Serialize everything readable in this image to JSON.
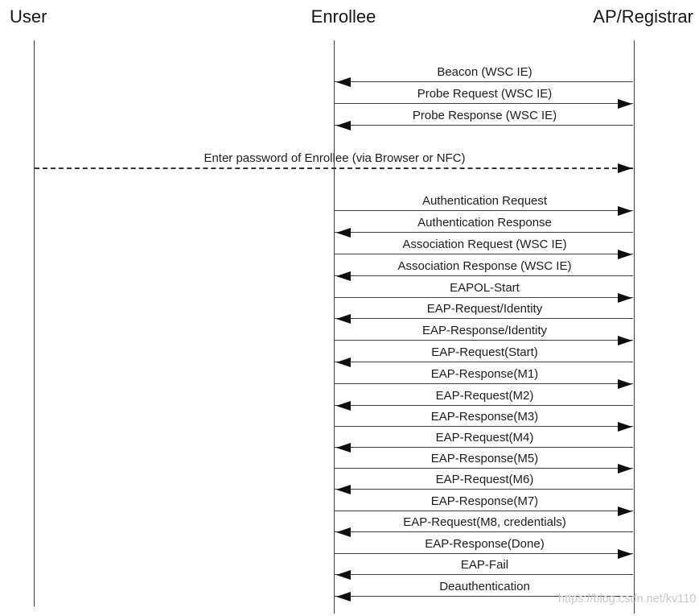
{
  "page": {
    "watermark": "https://blog.csdn.net/kv110"
  },
  "colors": {
    "background": "#ffffff",
    "line": "#3d3d3d",
    "arrowhead": "#0e0e0e",
    "text": "#1c1c1c",
    "watermark": "#c8c8c8"
  },
  "actors": [
    {
      "id": "user",
      "label": "User"
    },
    {
      "id": "enrollee",
      "label": "Enrollee"
    },
    {
      "id": "ap",
      "label": "AP/Registrar"
    }
  ],
  "messages": [
    {
      "label": "Beacon (WSC IE)",
      "from": "ap",
      "to": "enrollee",
      "style": "solid"
    },
    {
      "label": "Probe Request (WSC IE)",
      "from": "enrollee",
      "to": "ap",
      "style": "solid"
    },
    {
      "label": "Probe Response (WSC IE)",
      "from": "ap",
      "to": "enrollee",
      "style": "solid"
    },
    {
      "label": "Enter password of Enrollee (via Browser or NFC)",
      "from": "user",
      "to": "ap",
      "style": "dashed"
    },
    {
      "label": "Authentication Request",
      "from": "enrollee",
      "to": "ap",
      "style": "solid"
    },
    {
      "label": "Authentication Response",
      "from": "ap",
      "to": "enrollee",
      "style": "solid"
    },
    {
      "label": "Association Request (WSC IE)",
      "from": "enrollee",
      "to": "ap",
      "style": "solid"
    },
    {
      "label": "Association Response (WSC IE)",
      "from": "ap",
      "to": "enrollee",
      "style": "solid"
    },
    {
      "label": "EAPOL-Start",
      "from": "enrollee",
      "to": "ap",
      "style": "solid"
    },
    {
      "label": "EAP-Request/Identity",
      "from": "ap",
      "to": "enrollee",
      "style": "solid"
    },
    {
      "label": "EAP-Response/Identity",
      "from": "enrollee",
      "to": "ap",
      "style": "solid"
    },
    {
      "label": "EAP-Request(Start)",
      "from": "ap",
      "to": "enrollee",
      "style": "solid"
    },
    {
      "label": "EAP-Response(M1)",
      "from": "enrollee",
      "to": "ap",
      "style": "solid"
    },
    {
      "label": "EAP-Request(M2)",
      "from": "ap",
      "to": "enrollee",
      "style": "solid"
    },
    {
      "label": "EAP-Response(M3)",
      "from": "enrollee",
      "to": "ap",
      "style": "solid"
    },
    {
      "label": "EAP-Request(M4)",
      "from": "ap",
      "to": "enrollee",
      "style": "solid"
    },
    {
      "label": "EAP-Response(M5)",
      "from": "enrollee",
      "to": "ap",
      "style": "solid"
    },
    {
      "label": "EAP-Request(M6)",
      "from": "ap",
      "to": "enrollee",
      "style": "solid"
    },
    {
      "label": "EAP-Response(M7)",
      "from": "enrollee",
      "to": "ap",
      "style": "solid"
    },
    {
      "label": "EAP-Request(M8, credentials)",
      "from": "ap",
      "to": "enrollee",
      "style": "solid"
    },
    {
      "label": "EAP-Response(Done)",
      "from": "enrollee",
      "to": "ap",
      "style": "solid"
    },
    {
      "label": "EAP-Fail",
      "from": "ap",
      "to": "enrollee",
      "style": "solid"
    },
    {
      "label": "Deauthentication",
      "from": "ap",
      "to": "enrollee",
      "style": "solid"
    }
  ]
}
